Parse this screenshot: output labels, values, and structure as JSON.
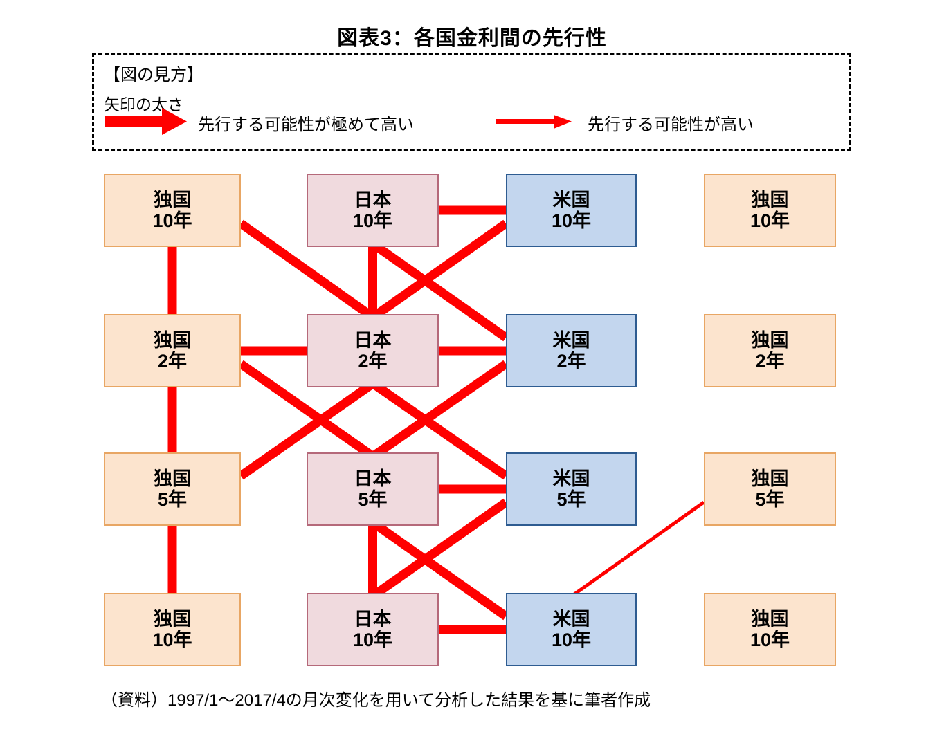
{
  "title": "図表3：各国金利間の先行性",
  "legend": {
    "header": "【図の見方】",
    "subheader": "矢印の太さ",
    "items": [
      {
        "icon": "thick-arrow-right-icon",
        "label": "先行する可能性が極めて高い",
        "thickness": "thick"
      },
      {
        "icon": "thin-arrow-right-icon",
        "label": "先行する可能性が高い",
        "thickness": "thin"
      }
    ]
  },
  "accent_color": "#FF0000",
  "colors": {
    "germany_fill": "#FCE4CE",
    "germany_border": "#E8A664",
    "japan_fill": "#F0DADE",
    "japan_border": "#B5697A",
    "us_fill": "#C3D6EE",
    "us_border": "#2E5C91",
    "arrow": "#FF0000"
  },
  "nodes": [
    {
      "id": "de10a",
      "country": "独国",
      "tenor": "10年",
      "col": 1,
      "row": 1,
      "style": "n-de"
    },
    {
      "id": "de2",
      "country": "独国",
      "tenor": "2年",
      "col": 1,
      "row": 2,
      "style": "n-de"
    },
    {
      "id": "de5",
      "country": "独国",
      "tenor": "5年",
      "col": 1,
      "row": 3,
      "style": "n-de"
    },
    {
      "id": "de10b",
      "country": "独国",
      "tenor": "10年",
      "col": 1,
      "row": 4,
      "style": "n-de"
    },
    {
      "id": "jp10a",
      "country": "日本",
      "tenor": "10年",
      "col": 2,
      "row": 1,
      "style": "n-jp"
    },
    {
      "id": "jp2",
      "country": "日本",
      "tenor": "2年",
      "col": 2,
      "row": 2,
      "style": "n-jp"
    },
    {
      "id": "jp5",
      "country": "日本",
      "tenor": "5年",
      "col": 2,
      "row": 3,
      "style": "n-jp"
    },
    {
      "id": "jp10b",
      "country": "日本",
      "tenor": "10年",
      "col": 2,
      "row": 4,
      "style": "n-jp"
    },
    {
      "id": "us10a",
      "country": "米国",
      "tenor": "10年",
      "col": 3,
      "row": 1,
      "style": "n-us"
    },
    {
      "id": "us2",
      "country": "米国",
      "tenor": "2年",
      "col": 3,
      "row": 2,
      "style": "n-us"
    },
    {
      "id": "us5",
      "country": "米国",
      "tenor": "5年",
      "col": 3,
      "row": 3,
      "style": "n-us"
    },
    {
      "id": "us10b",
      "country": "米国",
      "tenor": "10年",
      "col": 3,
      "row": 4,
      "style": "n-us"
    },
    {
      "id": "de10c",
      "country": "独国",
      "tenor": "10年",
      "col": 4,
      "row": 1,
      "style": "n-de"
    },
    {
      "id": "de2b",
      "country": "独国",
      "tenor": "2年",
      "col": 4,
      "row": 2,
      "style": "n-de"
    },
    {
      "id": "de5b",
      "country": "独国",
      "tenor": "5年",
      "col": 4,
      "row": 3,
      "style": "n-de"
    },
    {
      "id": "de10d",
      "country": "独国",
      "tenor": "10年",
      "col": 4,
      "row": 4,
      "style": "n-de"
    }
  ],
  "edges": [
    {
      "from": "de2",
      "to": "de10a",
      "weight": "thick"
    },
    {
      "from": "de2",
      "to": "de5",
      "weight": "thick"
    },
    {
      "from": "de5",
      "to": "de10b",
      "weight": "thick"
    },
    {
      "from": "jp2",
      "to": "jp10a",
      "weight": "thick"
    },
    {
      "from": "jp5",
      "to": "jp10b",
      "weight": "thick"
    },
    {
      "from": "de10a",
      "to": "jp2",
      "weight": "thick"
    },
    {
      "from": "de2",
      "to": "jp2",
      "weight": "thick"
    },
    {
      "from": "de2",
      "to": "jp5",
      "weight": "thick"
    },
    {
      "from": "de5",
      "to": "jp2",
      "weight": "thick"
    },
    {
      "from": "us10a",
      "to": "jp10a",
      "weight": "thick"
    },
    {
      "from": "us10a",
      "to": "jp2",
      "weight": "thick"
    },
    {
      "from": "us2",
      "to": "jp10a",
      "weight": "thick"
    },
    {
      "from": "us2",
      "to": "jp2",
      "weight": "thick"
    },
    {
      "from": "us2",
      "to": "jp5",
      "weight": "thick"
    },
    {
      "from": "us5",
      "to": "jp2",
      "weight": "thick"
    },
    {
      "from": "us5",
      "to": "jp5",
      "weight": "thick"
    },
    {
      "from": "us5",
      "to": "jp10b",
      "weight": "thick"
    },
    {
      "from": "us10b",
      "to": "jp5",
      "weight": "thick"
    },
    {
      "from": "us10b",
      "to": "jp10b",
      "weight": "thick"
    },
    {
      "from": "de5b",
      "to": "us10b",
      "weight": "thin"
    }
  ],
  "footnote": "（資料）1997/1〜2017/4の月次変化を用いて分析した結果を基に筆者作成"
}
